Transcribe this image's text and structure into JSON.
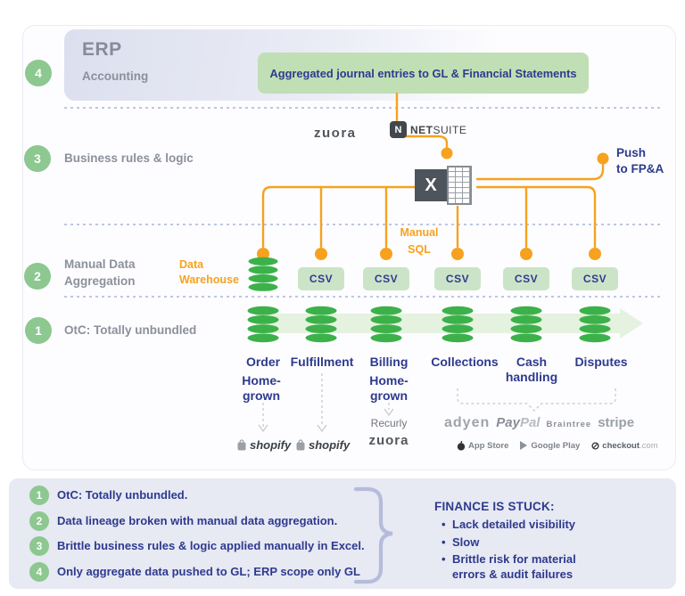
{
  "colors": {
    "accent_orange": "#F6A21E",
    "db_green": "#3CB14A",
    "circle_green": "#8CC88F",
    "navy_text": "#2E3A8E",
    "banner_green": "#C0DFB5",
    "csv_green": "#CBE4C7",
    "panel_lavender": "#E7E9F3"
  },
  "diagram": {
    "layer4": {
      "num": "4",
      "title": "ERP",
      "subtitle": "Accounting",
      "banner": "Aggregated journal entries to GL & Financial Statements"
    },
    "layer3": {
      "num": "3",
      "label": "Business rules & logic",
      "zuora_logo": "zuora",
      "netsuite_n": "N",
      "netsuite_net": "NET",
      "netsuite_suite": "SUITE",
      "excel_letter": "X",
      "push_line1": "Push",
      "push_line2": "to FP&A"
    },
    "layer2": {
      "num": "2",
      "label_line1": "Manual Data",
      "label_line2": "Aggregation",
      "dw_line1": "Data",
      "dw_line2": "Warehouse",
      "manual_sql_line1": "Manual",
      "manual_sql_line2": "SQL",
      "csv_label": "CSV"
    },
    "layer1": {
      "num": "1",
      "label": "OtC: Totally unbundled"
    },
    "stages": [
      {
        "label": "Order",
        "sub": "Home-grown",
        "vendor": "shopify"
      },
      {
        "label": "Fulfillment",
        "vendor": "shopify"
      },
      {
        "label": "Billing",
        "sub": "Home-grown",
        "vendor_top": "Recurly",
        "vendor": "zuora"
      },
      {
        "label": "Collections"
      },
      {
        "label": "Cash handling"
      },
      {
        "label": "Disputes"
      }
    ],
    "payment_logos": {
      "adyen": "adyen",
      "paypal_1": "Pay",
      "paypal_2": "Pal",
      "braintree": "Braintree",
      "stripe": "stripe",
      "app_store": "App Store",
      "google_play": "Google Play",
      "checkout": "checkout",
      "checkout_tld": ".com"
    }
  },
  "summary": {
    "items": [
      {
        "num": "1",
        "text": "OtC: Totally unbundled."
      },
      {
        "num": "2",
        "text": "Data lineage broken with manual data aggregation."
      },
      {
        "num": "3",
        "text": "Brittle business rules & logic applied manually in Excel."
      },
      {
        "num": "4",
        "text": "Only aggregate data pushed to GL; ERP scope only GL"
      }
    ],
    "finance": {
      "title": "FINANCE IS STUCK:",
      "bullets": [
        "Lack detailed visibility",
        "Slow",
        "Brittle risk for material errors & audit failures"
      ]
    }
  }
}
